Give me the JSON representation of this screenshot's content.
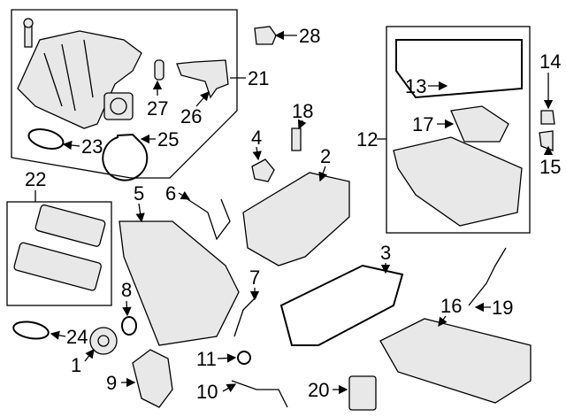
{
  "diagram": {
    "labels": {
      "p1": "1",
      "p2": "2",
      "p3": "3",
      "p4": "4",
      "p5": "5",
      "p6": "6",
      "p7": "7",
      "p8": "8",
      "p9": "9",
      "p10": "10",
      "p11": "11",
      "p12": "12",
      "p13": "13",
      "p14": "14",
      "p15": "15",
      "p16": "16",
      "p17": "17",
      "p18": "18",
      "p19": "19",
      "p20": "20",
      "p21": "21",
      "p22": "22",
      "p23": "23",
      "p24": "24",
      "p25": "25",
      "p26": "26",
      "p27": "27",
      "p28": "28"
    },
    "colors": {
      "line": "#000000",
      "part_fill": "#e8e8e8",
      "background": "#ffffff"
    }
  }
}
